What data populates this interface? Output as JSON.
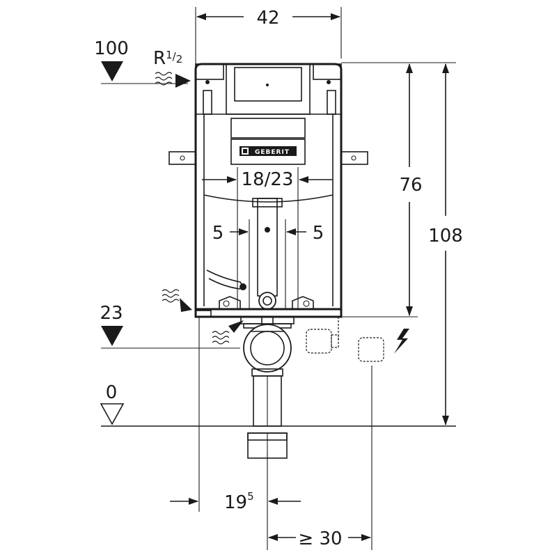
{
  "dimensions": {
    "width_top": "42",
    "inner_span": "18/23",
    "left_offset": "5",
    "right_offset": "5",
    "height_frame": "76",
    "height_total": "108",
    "pipe_offset_main": "19",
    "pipe_offset_sup": "5",
    "socket_distance": "≥ 30"
  },
  "levels": {
    "water_supply_level": "100",
    "waste_level": "23",
    "floor_level": "0"
  },
  "connection": {
    "thread_main": "R",
    "thread_sup": "1",
    "thread_sub": "2"
  },
  "brand": {
    "logo_text": "GEBERIT"
  },
  "icons": {
    "water": "water-wave-icon",
    "electric": "lightning-icon"
  }
}
